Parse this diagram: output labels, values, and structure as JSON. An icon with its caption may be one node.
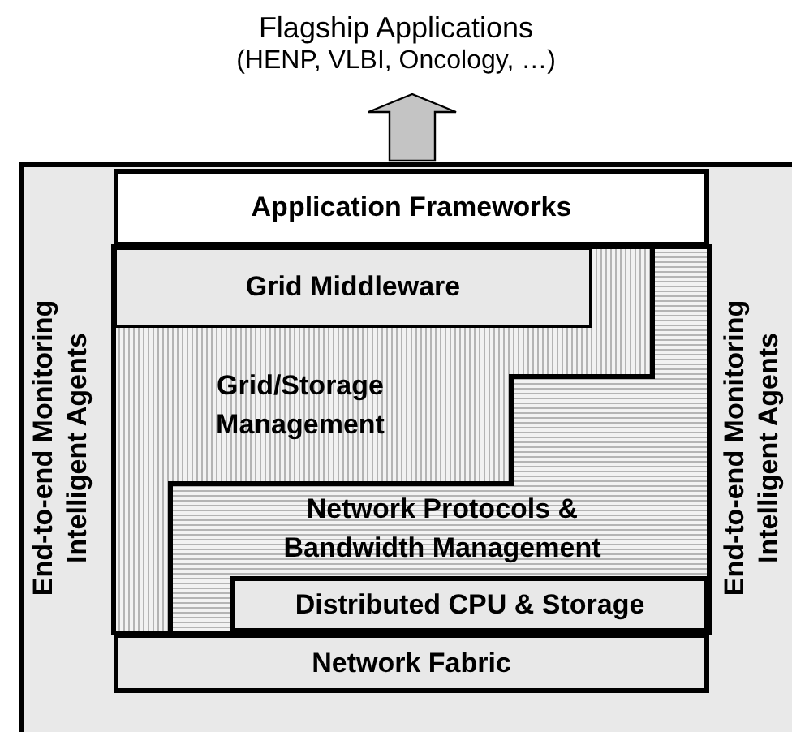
{
  "diagram": {
    "nodes": [
      {
        "text": [
          "Flagship Applications",
          "(HENP, VLBI, Oncology, …)"
        ]
      },
      {
        "text": [
          "End-to-end Monitoring Intelligent Agents",
          "End-to-end Monitoring Intelligent Agents"
        ]
      },
      {
        "text": [
          "Application Frameworks"
        ],
        "in": 1
      },
      {
        "text": [
          "Grid Middleware"
        ],
        "in": 4
      },
      {
        "text": [
          "Grid/Storage Management"
        ],
        "in": 1
      },
      {
        "text": [
          "Network Protocols & Bandwidth Management"
        ],
        "in": 1
      },
      {
        "text": [
          "Distributed CPU & Storage"
        ],
        "in": 5
      },
      {
        "text": [
          "Network Fabric"
        ],
        "in": 1
      }
    ],
    "edges": [
      {
        "from": 1,
        "to": 0,
        "arrow": "to",
        "style": "thick"
      }
    ]
  }
}
